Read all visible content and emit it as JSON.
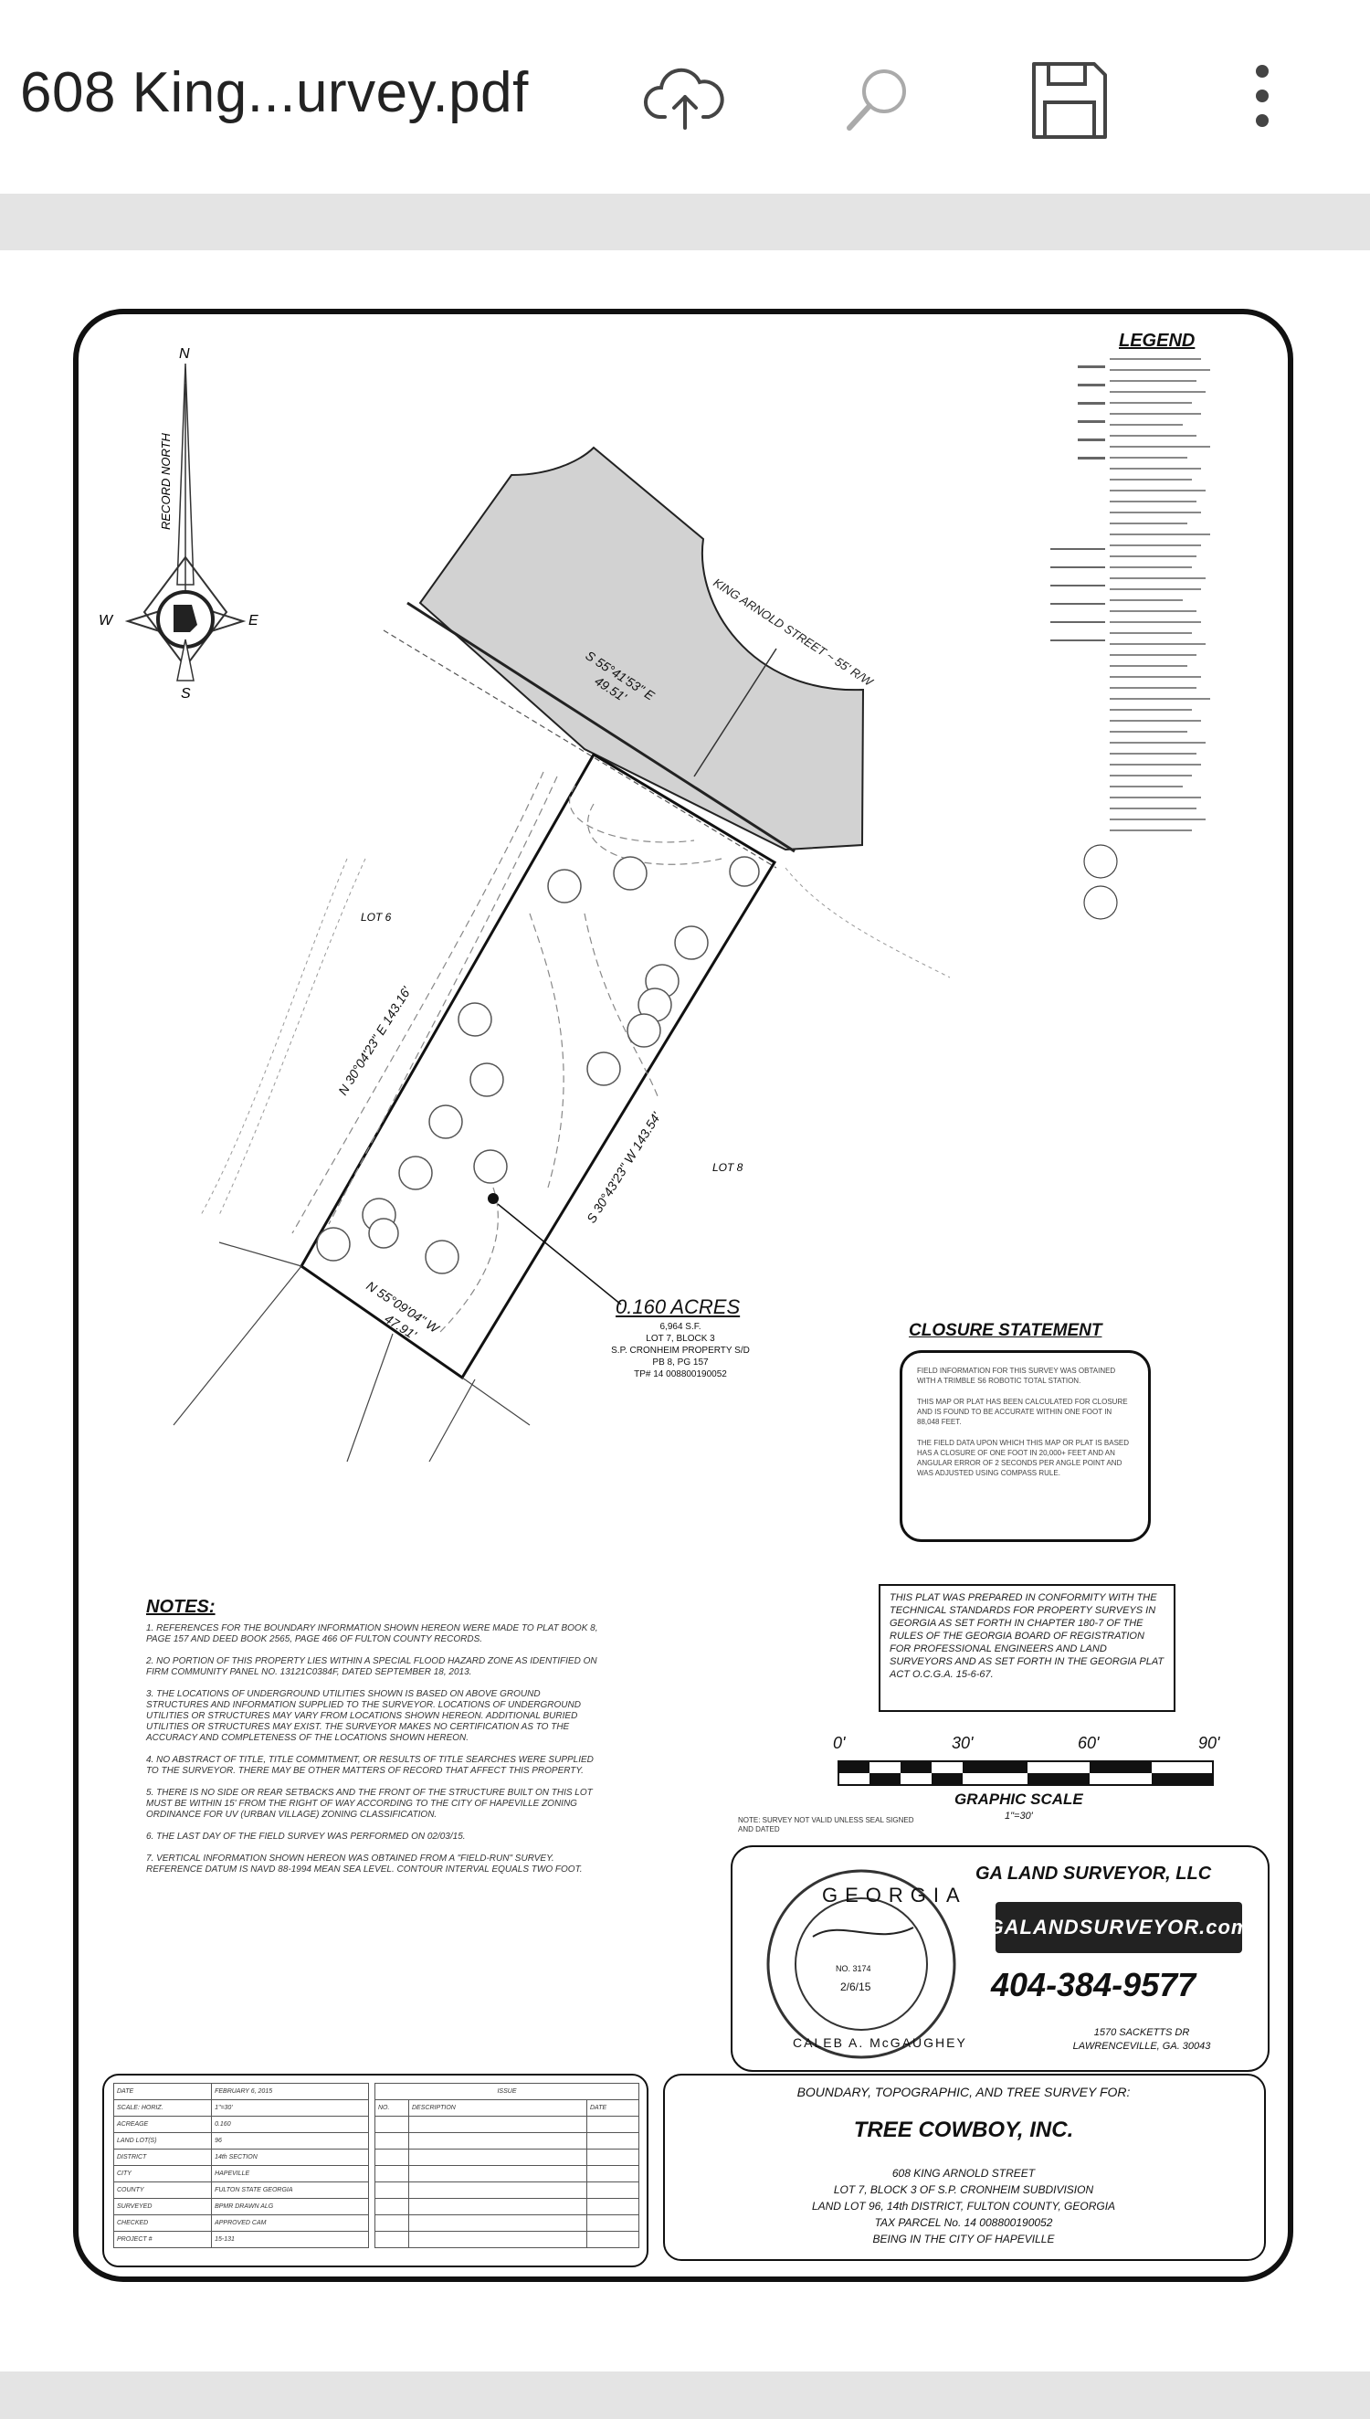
{
  "toolbar": {
    "file_title": "608 King...urvey.pdf",
    "icons": [
      "cloud-upload-icon",
      "search-icon",
      "save-icon",
      "more-vert-icon"
    ]
  },
  "plat": {
    "legend_title": "LEGEND",
    "north_label": "RECORD NORTH",
    "compass": {
      "n": "N",
      "s": "S",
      "e": "E",
      "w": "W"
    },
    "street": "KING ARNOLD STREET ~ 55' R/W",
    "bearing_front": "S 55°41'53\" E",
    "distance_front": "49.51'",
    "bearing_left": "N 30°04'23\" E  143.16'",
    "bearing_right": "S 30°43'23\" W  143.54'",
    "bearing_rear": "N 55°09'04\" W",
    "distance_rear": "47.91'",
    "lot_left": "LOT 6",
    "lot_right": "LOT 8",
    "acres": "0.160 ACRES",
    "acres_lines": [
      "6,964 S.F.",
      "LOT 7, BLOCK 3",
      "S.P. CRONHEIM PROPERTY S/D",
      "PB 8, PG 157",
      "TP# 14 00880019005​2"
    ]
  },
  "notes": {
    "title": "NOTES:",
    "items": [
      "1. References for the boundary information shown hereon were made to plat book 8, page 157 and deed book 2565, page 466 of Fulton County records.",
      "2. No portion of this property lies within a special flood hazard zone as identified on FIRM community panel No. 13121C0384F, dated September 18, 2013.",
      "3. The locations of underground utilities shown is based on above ground structures and information supplied to the surveyor. Locations of underground utilities or structures may vary from locations shown hereon. Additional buried utilities or structures may exist. The surveyor makes no certification as to the accuracy and completeness of the locations shown hereon.",
      "4. No abstract of title, title commitment, or results of title searches were supplied to the surveyor. There may be other matters of record that affect this property.",
      "5. There is no side or rear setbacks and the front of the structure built on this lot must be within 15' from the right of way according to the City of Hapeville zoning ordinance for UV (urban village) zoning classification.",
      "6. The last day of the field survey was performed on 02/03/15.",
      "7. Vertical information shown hereon was obtained from a \"field-run\" survey. Reference datum is NAVD 88-1994 mean sea level. Contour interval equals two foot."
    ]
  },
  "closure": {
    "title": "CLOSURE STATEMENT",
    "lines": [
      "Field information for this survey was obtained with a Trimble S6 robotic total station.",
      "This map or plat has been calculated for closure and is found to be accurate within one foot in 88,048 feet.",
      "The field data upon which this map or plat is based has a closure of one foot in 20,000+ feet and an angular error of 2 seconds per angle point and was adjusted using compass rule."
    ]
  },
  "conformity": "This plat was prepared in conformity with the technical standards for property surveys in Georgia as set forth in Chapter 180-7 of the rules of the Georgia Board of Registration for Professional Engineers and Land Surveyors and as set forth in the Georgia Plat Act O.C.G.A. 15-6-67.",
  "scale": {
    "labels": [
      "0'",
      "30'",
      "60'",
      "90'"
    ],
    "caption": "GRAPHIC SCALE",
    "sub": "1\"=30'"
  },
  "survey_note": "NOTE: SURVEY NOT VALID UNLESS SEAL SIGNED AND DATED",
  "surveyor": {
    "name": "GA LAND SURVEYOR, LLC",
    "logo": "GALANDSURVEYOR.com",
    "phone": "404-384-9577",
    "address": [
      "1570 SACKETTS DR",
      "LAWRENCEVILLE, GA. 30043"
    ],
    "seal_top": "GEORGIA",
    "seal_bottom": "CALEB A. McGAUGHEY",
    "seal_no": "NO. 3174",
    "seal_date": "2/6/15"
  },
  "title_block": {
    "heading": "BOUNDARY, TOPOGRAPHIC, AND TREE SURVEY FOR:",
    "client": "TREE COWBOY, INC.",
    "lines": [
      "608 KING ARNOLD STREET",
      "LOT 7, BLOCK 3 OF S.P. CRONHEIM SUBDIVISION",
      "LAND LOT 96, 14th DISTRICT, FULTON COUNTY, GEORGIA",
      "TAX PARCEL No. 14 008800190052",
      "BEING IN THE CITY OF HAPEVILLE"
    ]
  },
  "info_table": [
    [
      "DATE",
      "FEBRUARY 6, 2015"
    ],
    [
      "SCALE: HORIZ.",
      "1\"=30'"
    ],
    [
      "ACREAGE",
      "0.160"
    ],
    [
      "LAND LOT(S)",
      "96"
    ],
    [
      "DISTRICT",
      "14th    SECTION"
    ],
    [
      "CITY",
      "HAPEVILLE"
    ],
    [
      "COUNTY",
      "FULTON    STATE   GEORGIA"
    ],
    [
      "SURVEYED",
      "BPMR    DRAWN   ALG"
    ],
    [
      "CHECKED",
      "APPROVED   CAM"
    ],
    [
      "PROJECT #",
      "15-131"
    ]
  ],
  "revision_headers": [
    "ISSUE",
    "NO.",
    "DESCRIPTION",
    "DATE"
  ]
}
